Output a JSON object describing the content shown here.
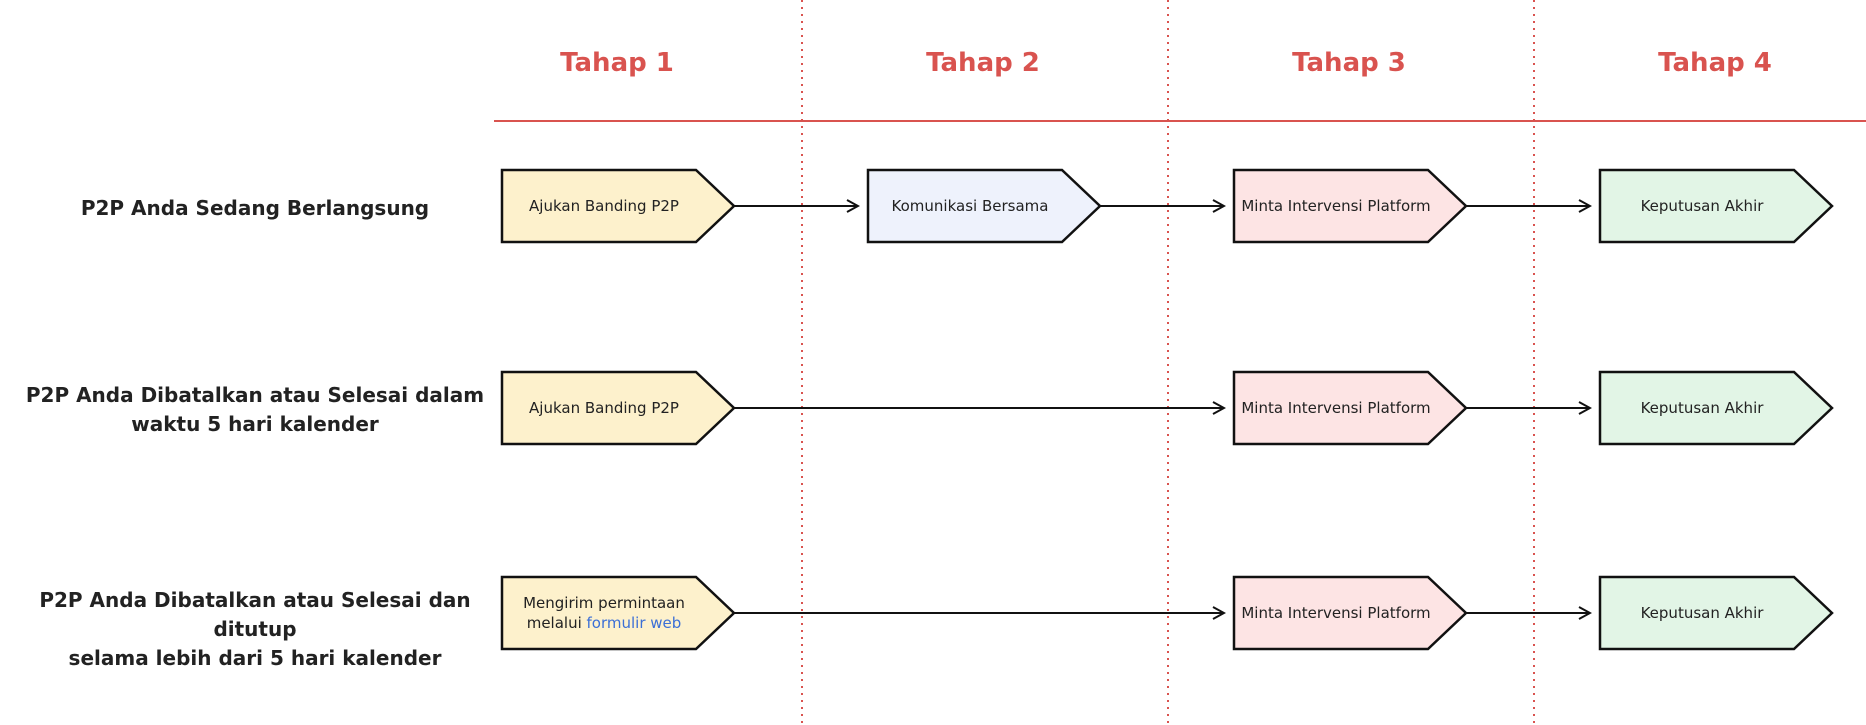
{
  "stages": [
    "Tahap 1",
    "Tahap 2",
    "Tahap 3",
    "Tahap 4"
  ],
  "rows": [
    {
      "label_lines": [
        "P2P Anda Sedang Berlangsung"
      ],
      "steps": [
        {
          "stage": 0,
          "text": "Ajukan Banding P2P",
          "fill": "#fdf1cc"
        },
        {
          "stage": 1,
          "text": "Komunikasi Bersama",
          "fill": "#eef2fc"
        },
        {
          "stage": 2,
          "text": "Minta Intervensi Platform",
          "fill": "#fde4e4"
        },
        {
          "stage": 3,
          "text": "Keputusan Akhir",
          "fill": "#e2f5e6"
        }
      ]
    },
    {
      "label_lines": [
        "P2P Anda Dibatalkan atau Selesai dalam",
        "waktu 5 hari kalender"
      ],
      "steps": [
        {
          "stage": 0,
          "text": "Ajukan Banding P2P",
          "fill": "#fdf1cc"
        },
        {
          "stage": 2,
          "text": "Minta Intervensi Platform",
          "fill": "#fde4e4"
        },
        {
          "stage": 3,
          "text": "Keputusan Akhir",
          "fill": "#e2f5e6"
        }
      ]
    },
    {
      "label_lines": [
        "P2P Anda Dibatalkan atau Selesai dan ditutup",
        "selama lebih dari 5 hari kalender"
      ],
      "steps": [
        {
          "stage": 0,
          "text_line1": "Mengirim permintaan",
          "text_line2_prefix": "melalui ",
          "link_text": "formulir web",
          "fill": "#fdf1cc"
        },
        {
          "stage": 2,
          "text": "Minta Intervensi Platform",
          "fill": "#fde4e4"
        },
        {
          "stage": 3,
          "text": "Keputusan Akhir",
          "fill": "#e2f5e6"
        }
      ]
    }
  ],
  "colors": {
    "accent": "#d9534f",
    "link": "#3b6fd6",
    "stroke": "#111111",
    "text": "#222222"
  }
}
